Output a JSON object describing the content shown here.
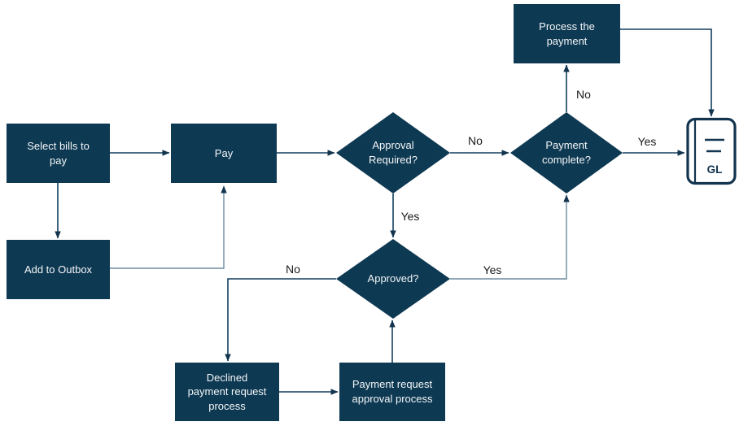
{
  "diagram": {
    "type": "flowchart",
    "background": "#ffffff",
    "colors": {
      "node_fill": "#0e3953",
      "node_text": "#f4f6f7",
      "connector_dark": "#123f5e",
      "connector_light": "#6d8ba1",
      "edge_label_text": "#1a1a1a",
      "ledger_stroke": "#12344e"
    },
    "nodes": {
      "select_bills": {
        "type": "process",
        "label": "Select bills to\npay"
      },
      "pay": {
        "type": "process",
        "label": "Pay"
      },
      "add_outbox": {
        "type": "process",
        "label": "Add to Outbox"
      },
      "approval_required": {
        "type": "decision",
        "label": "Approval\nRequired?"
      },
      "payment_complete": {
        "type": "decision",
        "label": "Payment\ncomplete?"
      },
      "process_payment": {
        "type": "process",
        "label": "Process the\npayment"
      },
      "gl": {
        "type": "ledger",
        "label": "GL"
      },
      "approved": {
        "type": "decision",
        "label": "Approved?"
      },
      "declined_process": {
        "type": "process",
        "label": "Declined\npayment request\nprocess"
      },
      "approval_process": {
        "type": "process",
        "label": "Payment request\napproval process"
      }
    },
    "edge_labels": {
      "approval_required_no": "No",
      "approval_required_yes": "Yes",
      "approved_no": "No",
      "approved_yes": "Yes",
      "payment_complete_no": "No",
      "payment_complete_yes": "Yes"
    },
    "edges": [
      {
        "from": "select_bills",
        "to": "pay",
        "label": ""
      },
      {
        "from": "select_bills",
        "to": "add_outbox",
        "label": ""
      },
      {
        "from": "add_outbox",
        "to": "pay",
        "label": ""
      },
      {
        "from": "pay",
        "to": "approval_required",
        "label": ""
      },
      {
        "from": "approval_required",
        "to": "payment_complete",
        "label": "No"
      },
      {
        "from": "approval_required",
        "to": "approved",
        "label": "Yes"
      },
      {
        "from": "approved",
        "to": "declined_process",
        "label": "No"
      },
      {
        "from": "approved",
        "to": "payment_complete",
        "label": "Yes"
      },
      {
        "from": "declined_process",
        "to": "approval_process",
        "label": ""
      },
      {
        "from": "approval_process",
        "to": "approved",
        "label": ""
      },
      {
        "from": "payment_complete",
        "to": "process_payment",
        "label": "No"
      },
      {
        "from": "payment_complete",
        "to": "gl",
        "label": "Yes"
      },
      {
        "from": "process_payment",
        "to": "gl",
        "label": ""
      }
    ]
  }
}
